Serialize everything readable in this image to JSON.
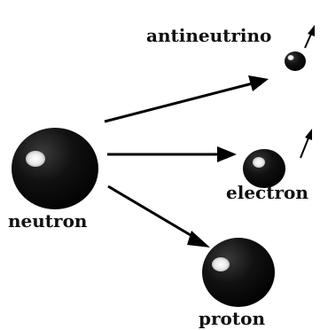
{
  "labels": {
    "neutron": "neutron",
    "antineutrino": "antineutrino",
    "electron": "electron",
    "proton": "proton"
  },
  "colors": {
    "particle_fill": "#080808",
    "highlight": "#f4f4f4",
    "arrow": "#000000",
    "background": "#ffffff"
  }
}
